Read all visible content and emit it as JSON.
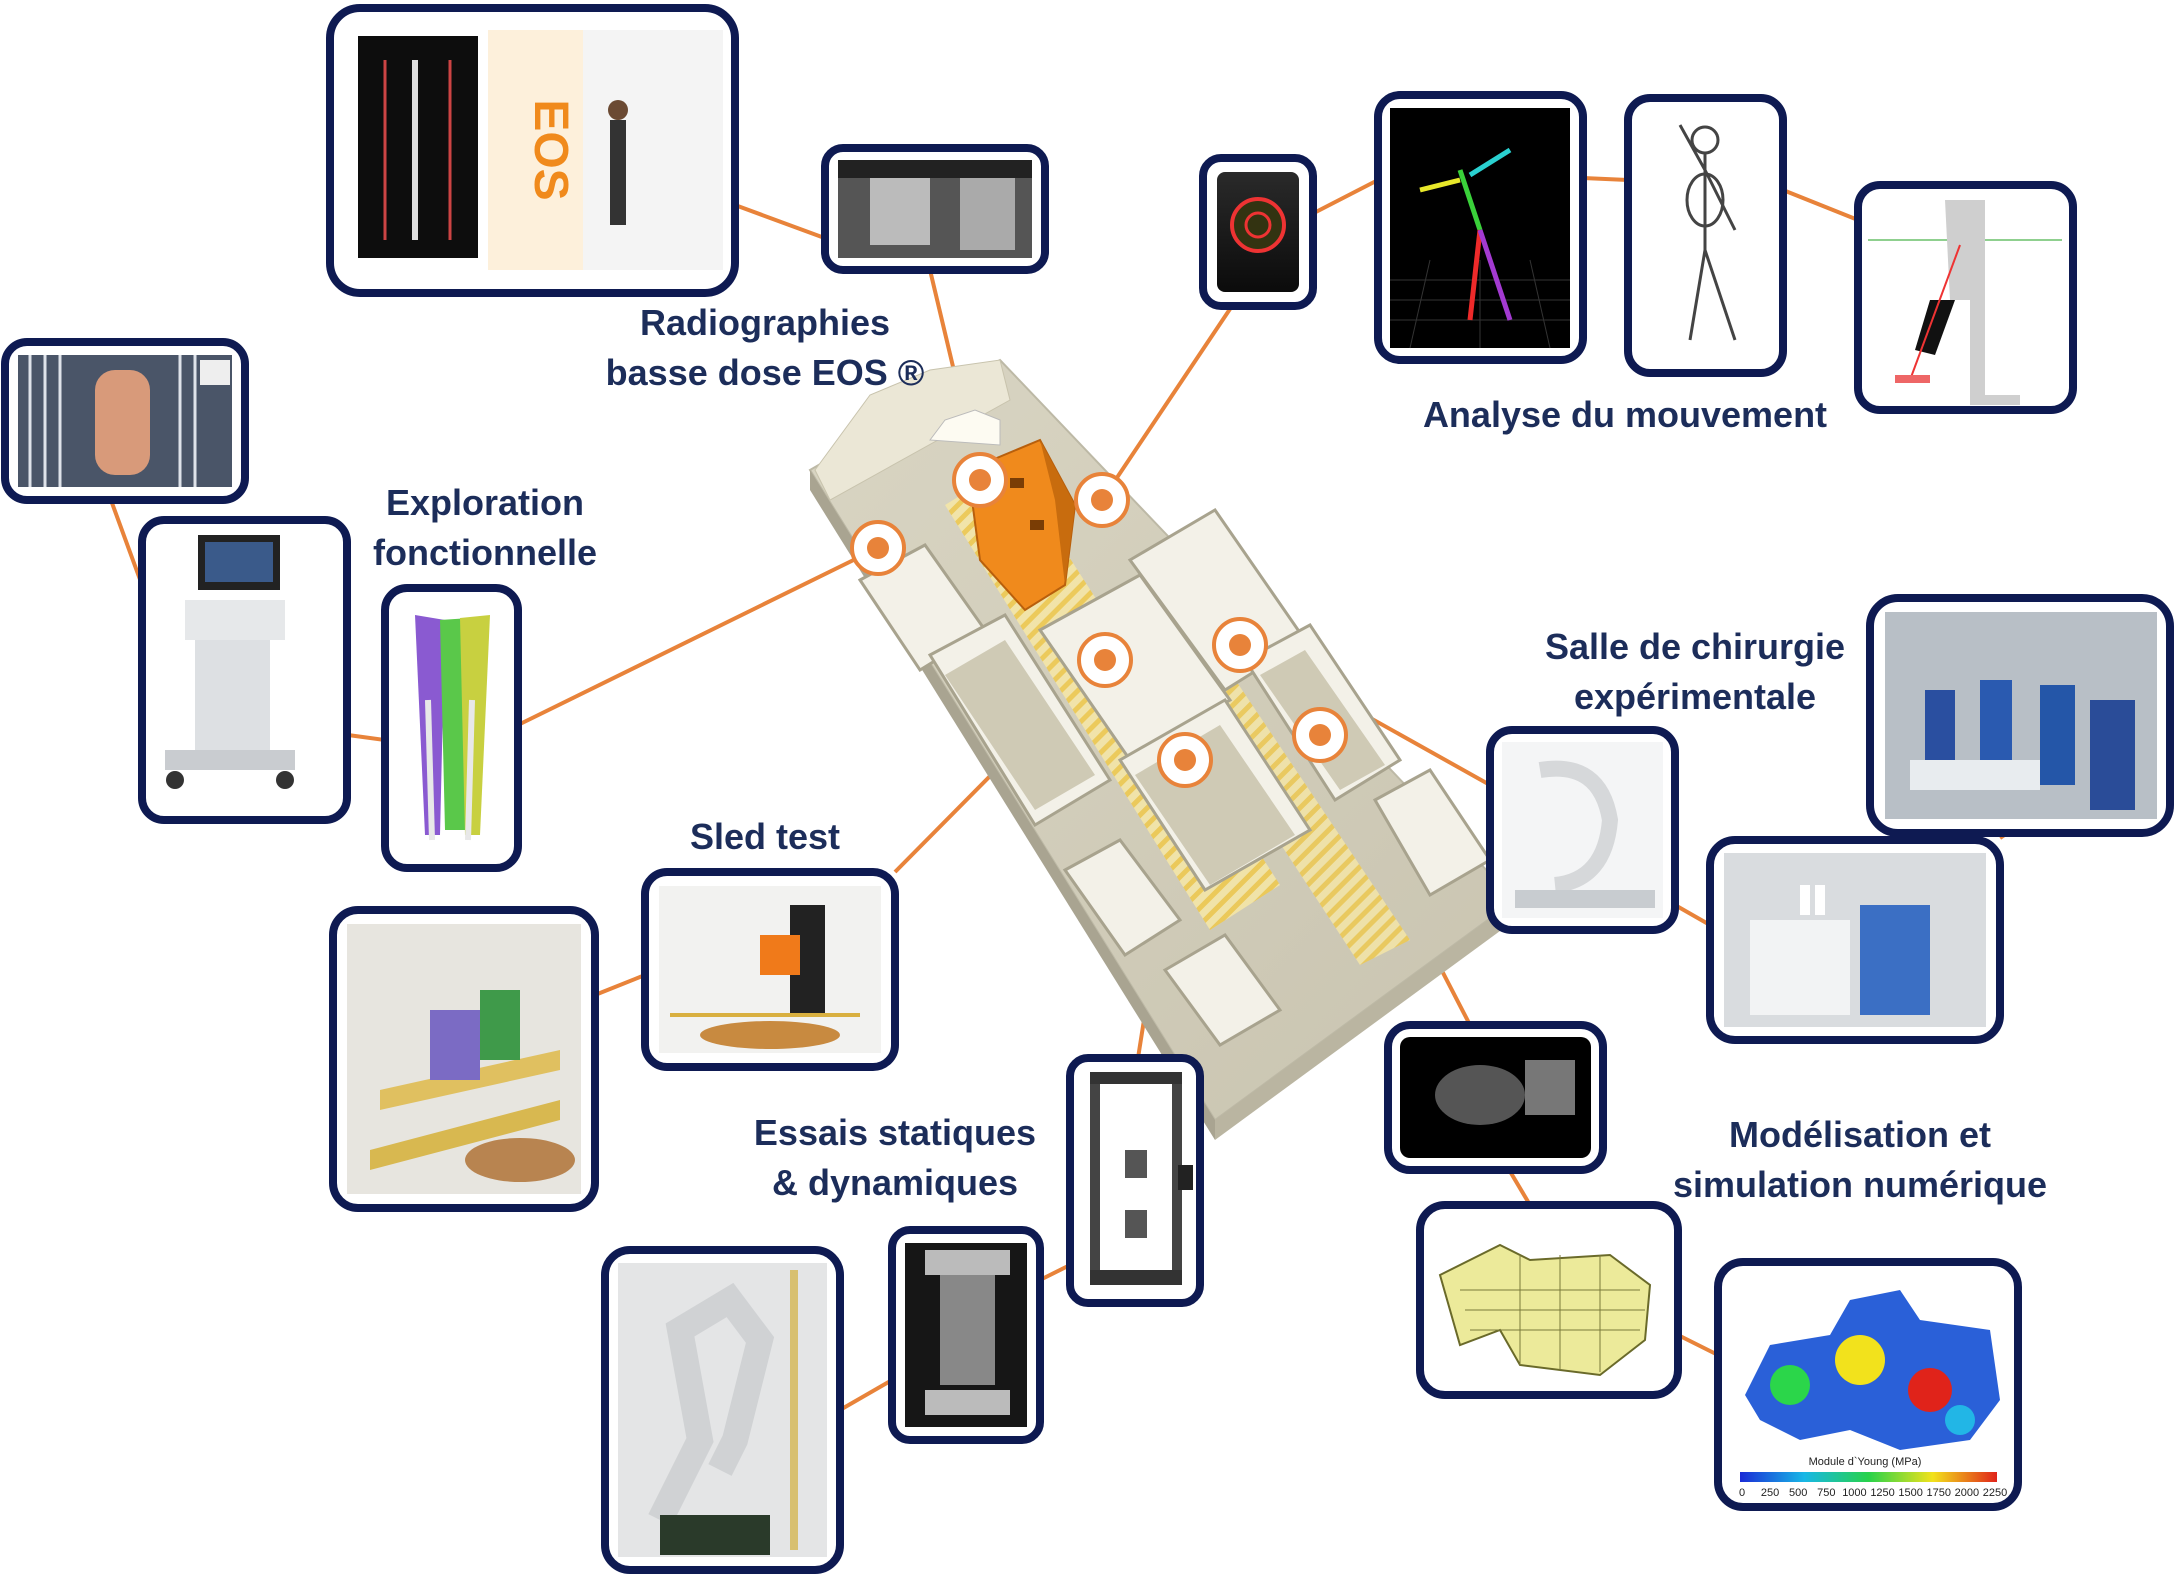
{
  "labels": {
    "radiographies": [
      "Radiographies",
      "basse dose EOS ®"
    ],
    "analyse": [
      "Analyse du mouvement"
    ],
    "exploration": [
      "Exploration",
      "fonctionnelle"
    ],
    "salle": [
      "Salle de chirurgie",
      "expérimentale"
    ],
    "sled": [
      "Sled test"
    ],
    "essais": [
      "Essais statiques",
      "& dynamiques"
    ],
    "modelisation": [
      "Modélisation et",
      "simulation numérique"
    ]
  },
  "embedded_text": {
    "eos_logo": "EOS",
    "colorbar_title": "Module d`Young (MPa)",
    "colorbar_ticks": [
      "0",
      "250",
      "500",
      "750",
      "1000",
      "1250",
      "1500",
      "1750",
      "2000",
      "2250"
    ]
  },
  "colors": {
    "frame": "#0e1a52",
    "connector": "#e8833a",
    "label_text": "#1c2d5a",
    "marker": "#e8833a"
  }
}
